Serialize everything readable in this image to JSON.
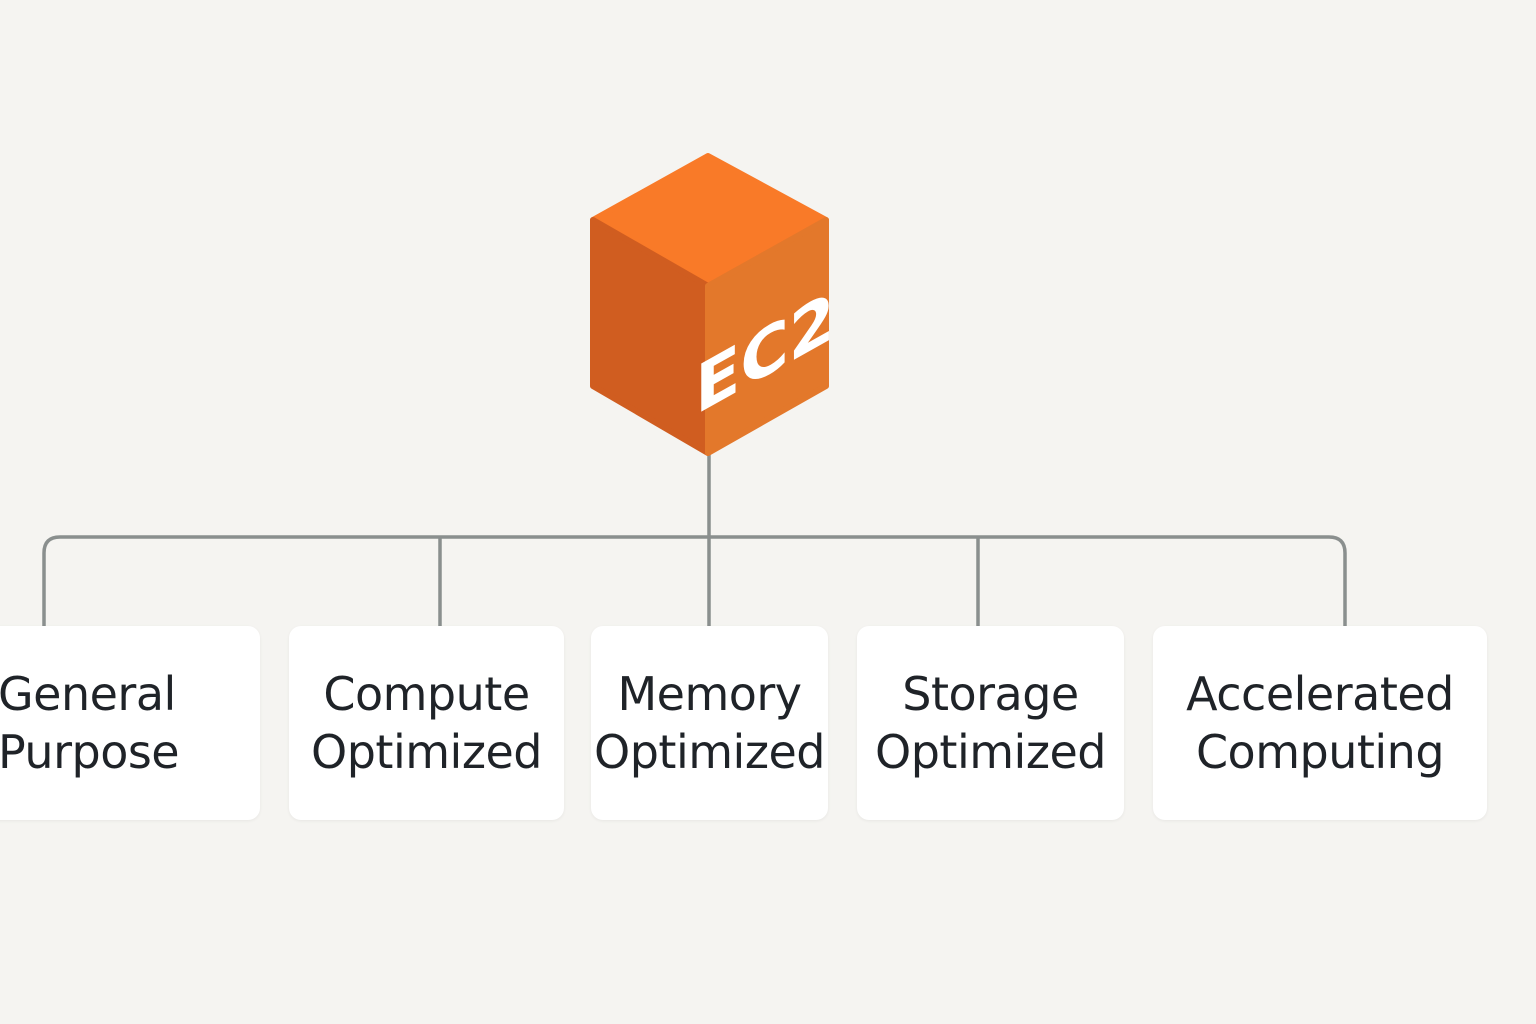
{
  "root": {
    "label": "EC2",
    "colors": {
      "top": "#f97a28",
      "left": "#d05d20",
      "right": "#e3782b",
      "text": "#ffffff"
    }
  },
  "categories": [
    {
      "id": "general",
      "label": "General\nPurpose"
    },
    {
      "id": "compute",
      "label": "Compute\nOptimized"
    },
    {
      "id": "memory",
      "label": "Memory\nOptimized"
    },
    {
      "id": "storage",
      "label": "Storage\nOptimized"
    },
    {
      "id": "accelerated",
      "label": "Accelerated\nComputing"
    }
  ],
  "colors": {
    "background": "#f5f4f1",
    "connector": "#8a8f8e",
    "card": "#ffffff",
    "text": "#1f2328"
  }
}
